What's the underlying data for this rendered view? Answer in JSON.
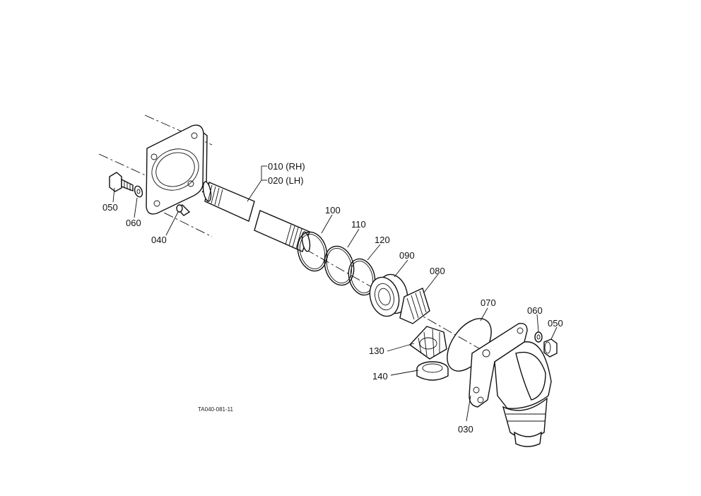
{
  "figure_code": "TA040-081-11",
  "callouts": {
    "p010": "010 (RH)",
    "p020": "020 (LH)",
    "p030": "030",
    "p040": "040",
    "p050_left": "050",
    "p060_left": "060",
    "p050_right": "050",
    "p060_right": "060",
    "p070": "070",
    "p080": "080",
    "p090": "090",
    "p100": "100",
    "p110": "110",
    "p120": "120",
    "p130": "130",
    "p140": "140"
  }
}
